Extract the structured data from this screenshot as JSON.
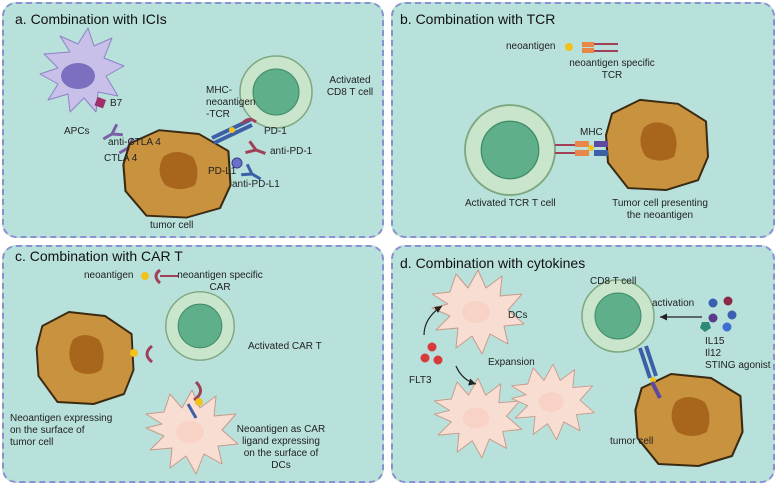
{
  "panels": {
    "a": {
      "title": "a. Combination with ICIs",
      "labels": {
        "b7": "B7",
        "apcs": "APCs",
        "anti_ctla4": "anti-CTLA 4",
        "ctla4": "CTLA 4",
        "mhc_line1": "MHC-",
        "mhc_line2": "neoantigen",
        "mhc_line3": "-TCR",
        "activated_line1": "Activated",
        "activated_line2": "CD8 T cell",
        "pd1": "PD-1",
        "anti_pd1": "anti-PD-1",
        "pdl1": "PD-L1",
        "anti_pdl1": "anti-PD-L1",
        "tumor_cell": "tumor cell"
      }
    },
    "b": {
      "title": "b. Combination with  TCR",
      "labels": {
        "neoantigen": "neoantigen",
        "tcr_line1": "neoantigen specific",
        "tcr_line2": "TCR",
        "mhc": "MHC",
        "activated_tcr": "Activated TCR T cell",
        "tumor_line1": "Tumor cell presenting",
        "tumor_line2": "the neoantigen"
      }
    },
    "c": {
      "title": "c. Combination with  CAR T",
      "labels": {
        "neoantigen": "neoantigen",
        "car_line1": "neoantigen specific",
        "car_line2": "CAR",
        "activated_car": "Activated CAR T",
        "expr_line1": "Neoantigen expressing",
        "expr_line2": "on the surface of",
        "expr_line3": "tumor cell",
        "lig_line1": "Neoantigen as CAR",
        "lig_line2": "ligand expressing",
        "lig_line3": "on the surface of",
        "lig_line4": "DCs"
      }
    },
    "d": {
      "title": "d. Combination with  cytokines",
      "labels": {
        "dcs": "DCs",
        "flt3": "FLT3",
        "expansion": "Expansion",
        "cd8": "CD8 T cell",
        "activation": "activation",
        "il15": "IL15",
        "il12": "Il12",
        "sting": "STING agonist",
        "tumor_cell": "tumor cell"
      }
    }
  },
  "colors": {
    "panel_bg": "#b8e1db",
    "panel_border": "#8c8fd0",
    "tumor_body": "#c9923f",
    "tumor_nucleus": "#a8661c",
    "tcell_outer": "#c9e5cb",
    "tcell_inner": "#5fb08a",
    "dc_body": "#f8ddd3",
    "apc_body": "#c9c0ea",
    "neoantigen": "#f1c21b",
    "receptor": "#a04058",
    "tcr": "#e9874a",
    "mhc": "#5d4aa0",
    "antibody_blue": "#3c5fa7",
    "flt3": "#d63b3b"
  }
}
